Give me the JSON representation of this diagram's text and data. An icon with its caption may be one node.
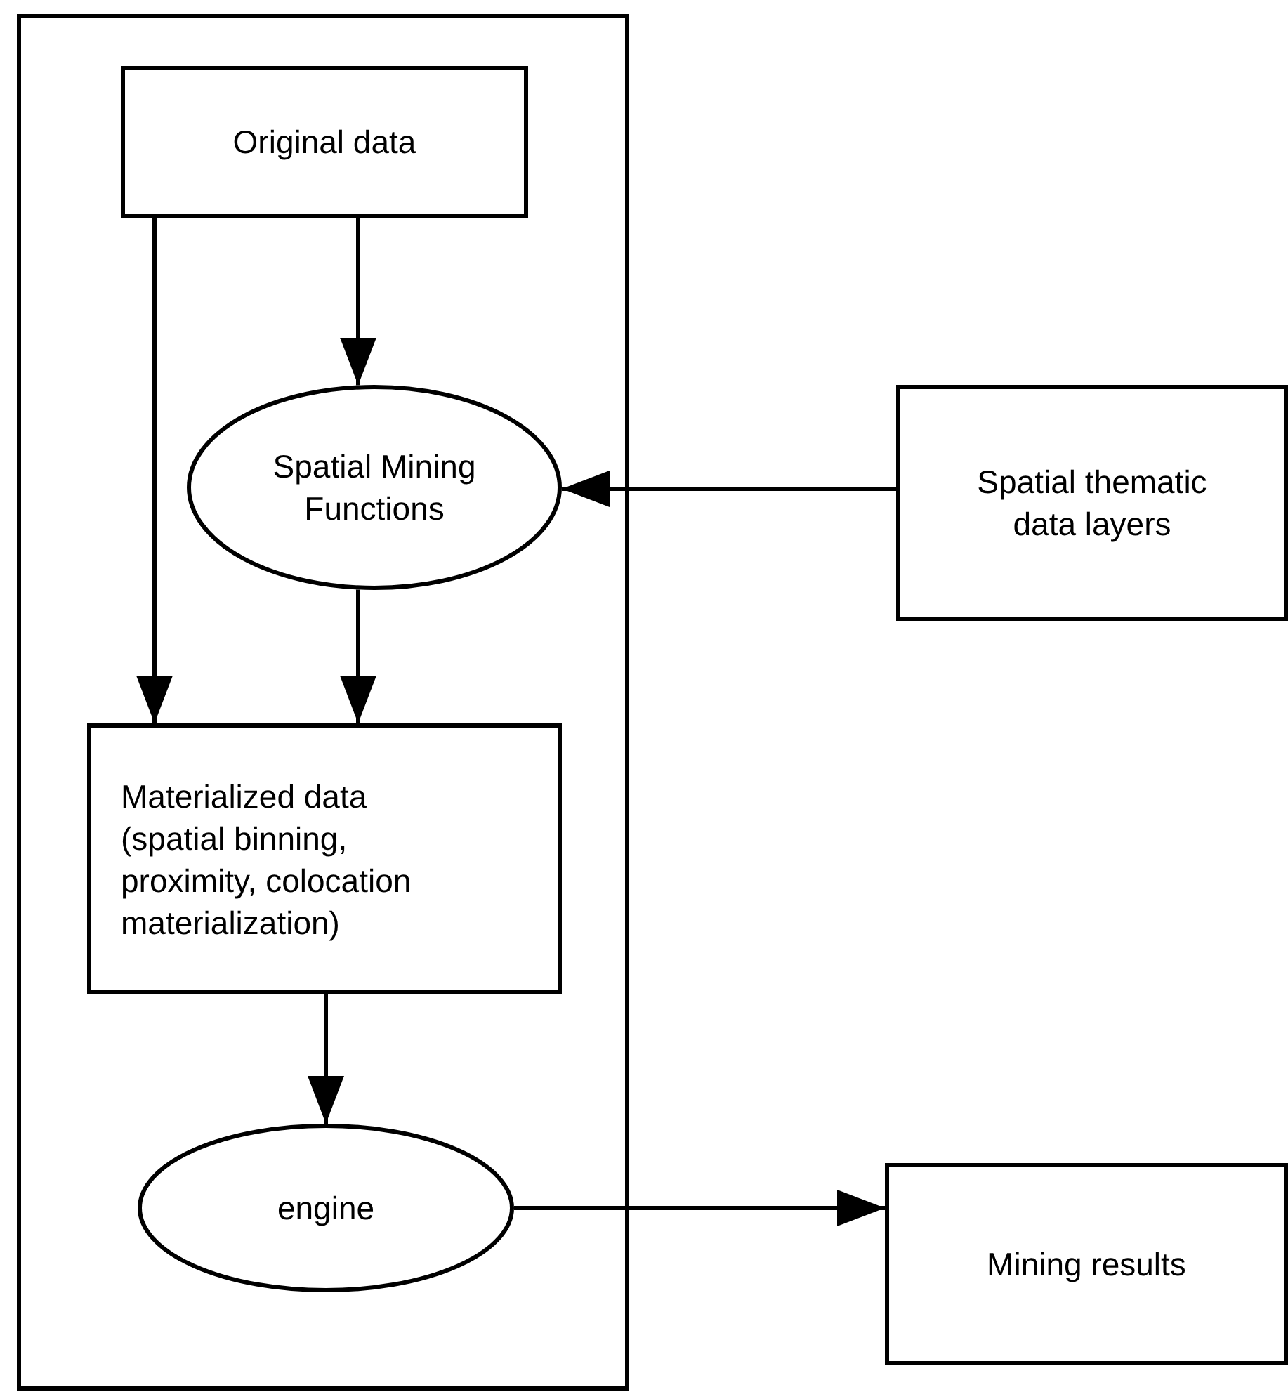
{
  "diagram": {
    "nodes": [
      {
        "text": [],
        "shape": "box"
      },
      {
        "text": [
          "Original data"
        ],
        "in": 0
      },
      {
        "text": [
          "Spatial Mining Functions"
        ],
        "in": 0
      },
      {
        "text": [
          "Materialized data (spatial binning, proximity, colocation materialization)"
        ],
        "in": 0
      },
      {
        "text": [
          "engine"
        ],
        "in": 0
      },
      {
        "text": [
          "Spatial thematic data layers"
        ]
      },
      {
        "text": [
          "Mining results"
        ]
      }
    ],
    "edges": [
      {
        "from": 1,
        "to": 2,
        "arrow": "to"
      },
      {
        "from": 1,
        "to": 3,
        "arrow": "to"
      },
      {
        "from": 2,
        "to": 3,
        "arrow": "to"
      },
      {
        "from": 3,
        "to": 4,
        "arrow": "to"
      },
      {
        "from": 5,
        "to": 2,
        "arrow": "to"
      },
      {
        "from": 4,
        "to": 6,
        "arrow": "to"
      }
    ]
  }
}
